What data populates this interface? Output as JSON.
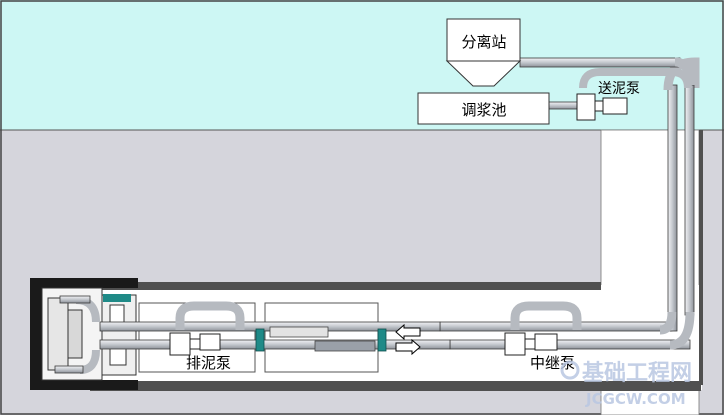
{
  "labels": {
    "separation_station": "分离站",
    "slurry_tank": "调浆池",
    "feed_pump": "送泥泵",
    "discharge_pump": "排泥泵",
    "relay_pump": "中继泵"
  },
  "watermark": {
    "name": "基础工程网",
    "site": "JCGCW.COM"
  },
  "colors": {
    "sky": "#cdf7f4",
    "ground": "#d5d5dc",
    "tunnel": "#ffffff",
    "pipe": "#c9ccd1",
    "pipe_edge": "#3a3a3a",
    "machine": "#1a1a1a",
    "valve": "#1f8a87",
    "watermark": "#b9c7e2"
  }
}
